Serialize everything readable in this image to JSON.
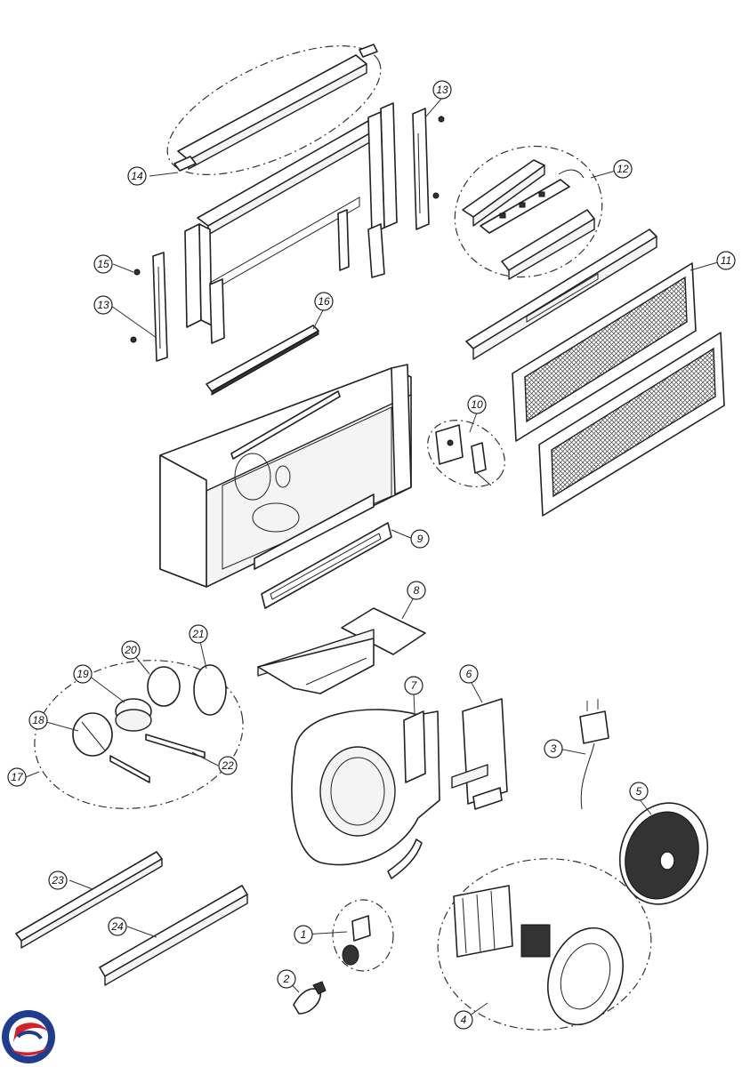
{
  "callouts": [
    {
      "id": "1",
      "label": "1"
    },
    {
      "id": "2",
      "label": "2"
    },
    {
      "id": "3",
      "label": "3"
    },
    {
      "id": "4",
      "label": "4"
    },
    {
      "id": "5",
      "label": "5"
    },
    {
      "id": "6",
      "label": "6"
    },
    {
      "id": "7",
      "label": "7"
    },
    {
      "id": "8",
      "label": "8"
    },
    {
      "id": "9",
      "label": "9"
    },
    {
      "id": "10",
      "label": "10"
    },
    {
      "id": "11",
      "label": "11"
    },
    {
      "id": "12",
      "label": "12"
    },
    {
      "id": "13a",
      "label": "13"
    },
    {
      "id": "13b",
      "label": "13"
    },
    {
      "id": "14",
      "label": "14"
    },
    {
      "id": "15",
      "label": "15"
    },
    {
      "id": "16",
      "label": "16"
    },
    {
      "id": "17",
      "label": "17"
    },
    {
      "id": "18",
      "label": "18"
    },
    {
      "id": "19",
      "label": "19"
    },
    {
      "id": "20",
      "label": "20"
    },
    {
      "id": "21",
      "label": "21"
    },
    {
      "id": "22",
      "label": "22"
    },
    {
      "id": "23",
      "label": "23"
    },
    {
      "id": "24",
      "label": "24"
    }
  ],
  "logo": {
    "icon": "brand-logo-icon",
    "colors": {
      "blue": "#1f3d8f",
      "red": "#d4202a"
    }
  }
}
